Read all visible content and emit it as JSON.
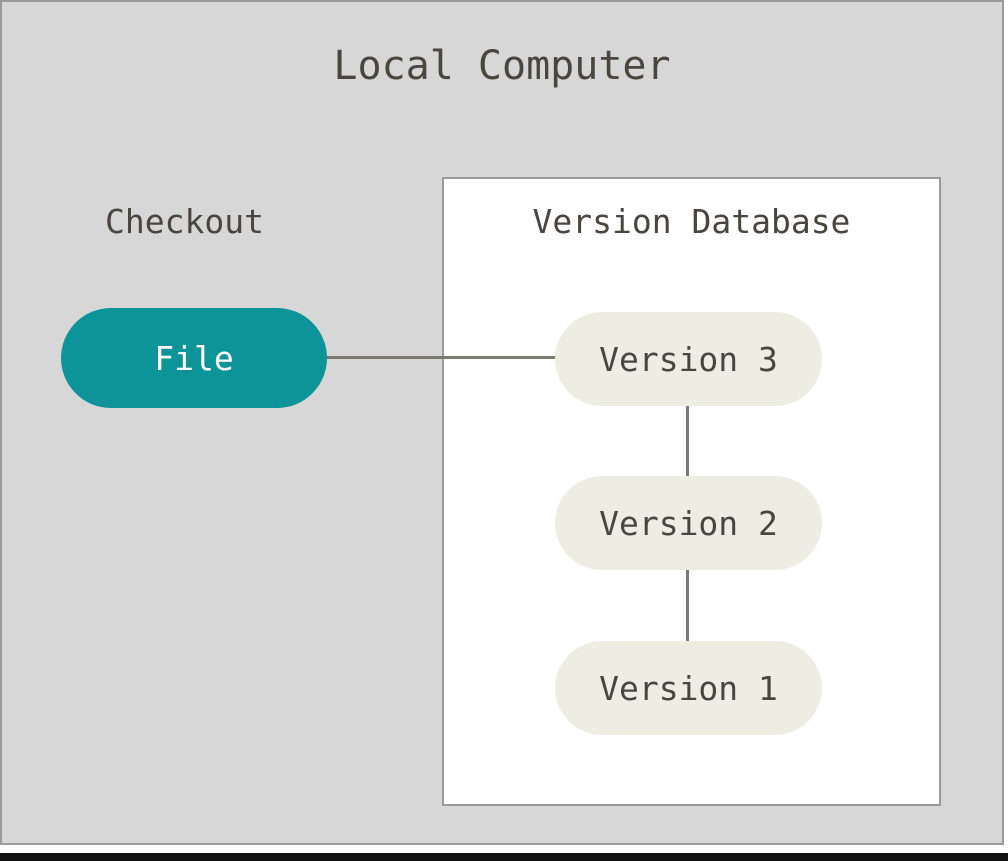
{
  "diagram": {
    "title": "Local Computer",
    "background_color": "#d7d7d7",
    "border_color": "#9a9a9a",
    "edge_color": "#7d7a74",
    "text_color": "#4a453f"
  },
  "checkout": {
    "label": "Checkout",
    "file_node": {
      "label": "File",
      "fill_color": "#0d9499",
      "text_color": "#ffffff"
    }
  },
  "version_database": {
    "title": "Version Database",
    "fill_color": "#ffffff",
    "node_fill_color": "#eeede4",
    "versions": [
      {
        "label": "Version 3"
      },
      {
        "label": "Version 2"
      },
      {
        "label": "Version 1"
      }
    ]
  },
  "connections": [
    {
      "from": "File",
      "to": "Version 3"
    },
    {
      "from": "Version 3",
      "to": "Version 2"
    },
    {
      "from": "Version 2",
      "to": "Version 1"
    }
  ]
}
